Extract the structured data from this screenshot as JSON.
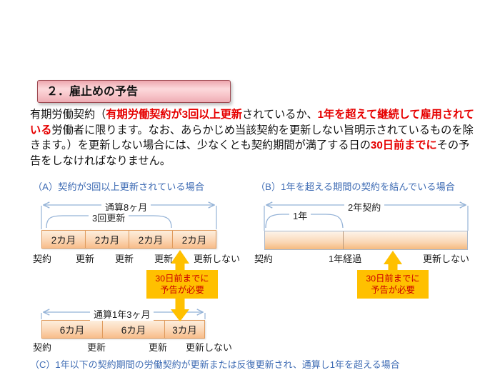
{
  "title": "２．雇止めの予告",
  "paragraph": {
    "seg1": "有期労働契約（",
    "seg2_red": "有期労働契約が3回以上更新",
    "seg3": "されているか、",
    "seg4_red": "1年を超えて継続して雇用されている",
    "seg5": "労働者に限ります。なお、あらかじめ当該契約を更新しない旨明示されているものを除きます。）を更新しない場合には、少なくとも契約期間が満了する日の",
    "seg6_red": "30日前までに",
    "seg7": "その予告をしなければなりません。"
  },
  "diagram_a": {
    "heading": "（A）契約が3回以上更新されている場合",
    "total_label": "通算8ヶ月",
    "brace_label": "3回更新",
    "boxes": [
      "2カ月",
      "2カ月",
      "2カ月",
      "2カ月"
    ],
    "timeline_labels": [
      "契約",
      "更新",
      "更新",
      "更新",
      "更新しない"
    ]
  },
  "diagram_b": {
    "heading": "（B）1年を超える期間の契約を結んでいる場合",
    "total_label": "2年契約",
    "brace_label": "1年",
    "timeline_labels": [
      "契約",
      "1年経過",
      "更新しない"
    ]
  },
  "diagram_c": {
    "total_label": "通算1年3ヶ月",
    "boxes": [
      "6カ月",
      "6カ月",
      "3カ月"
    ],
    "timeline_labels": [
      "契約",
      "更新",
      "更新",
      "更新しない"
    ],
    "caption": "（C）1年以下の契約期間の労働契約が更新または反復更新され、通算し1年を超える場合"
  },
  "notice": {
    "line1": "30日前までに",
    "line2": "予告が必要"
  },
  "colors": {
    "title_bg_pink": "#f7c3c8",
    "title_border": "#9e4a52",
    "heading_blue": "#3f6cb4",
    "emphasis_red": "#e60000",
    "notice_yellow": "#ffc000",
    "notice_text_red": "#cc0000",
    "period_box_fill": "#f8bd8a",
    "period_box_border": "#e09b5d",
    "diagram_line_blue": "#95b3d7"
  }
}
